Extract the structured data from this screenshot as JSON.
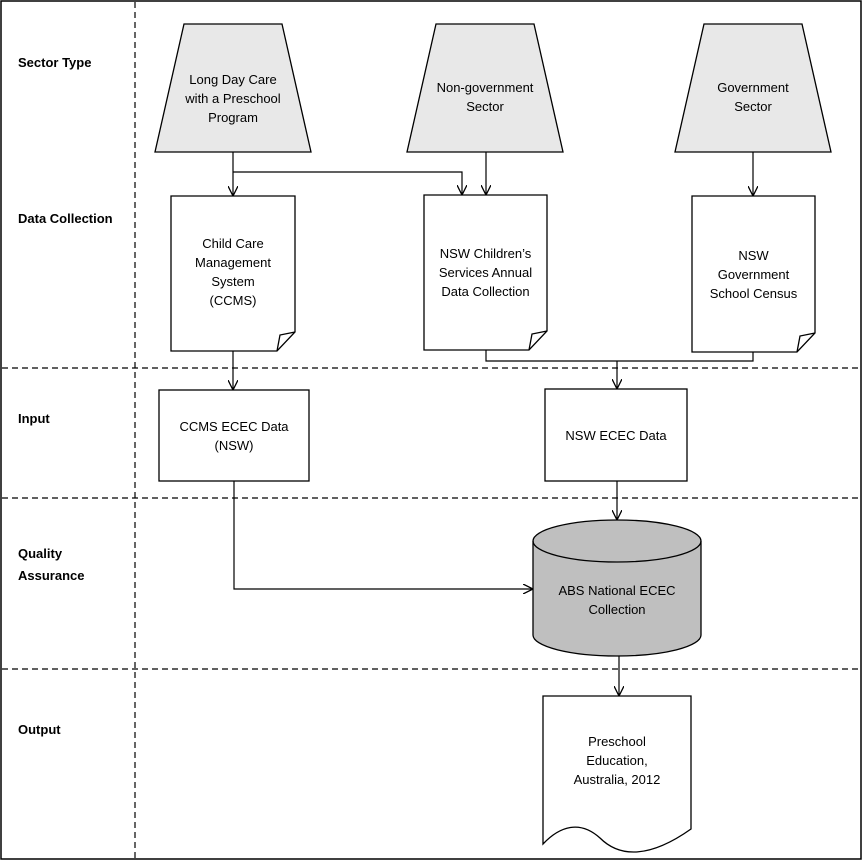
{
  "lanes": {
    "sector_type": "Sector Type",
    "data_collection": "Data Collection",
    "input": "Input",
    "quality_assurance": "Quality\nAssurance",
    "output": "Output"
  },
  "sectors": {
    "long_day_care": "Long Day Care\nwith a Preschool\nProgram",
    "non_government": "Non-government\nSector",
    "government": "Government\nSector"
  },
  "collections": {
    "ccms": "Child Care\nManagement\nSystem\n(CCMS)",
    "nsw_childrens_services": "NSW Children’s\nServices Annual\nData Collection",
    "nsw_government_census": "NSW\nGovernment\nSchool Census"
  },
  "inputs": {
    "ccms_ecec": "CCMS ECEC Data\n(NSW)",
    "nsw_ecec": "NSW ECEC Data"
  },
  "quality": {
    "abs_collection": "ABS National ECEC\nCollection"
  },
  "output": {
    "publication": "Preschool\nEducation,\nAustralia, 2012"
  },
  "colors": {
    "sector_fill": "#e8e8e8",
    "database_fill": "#bfbfbf",
    "stroke": "#000000"
  }
}
